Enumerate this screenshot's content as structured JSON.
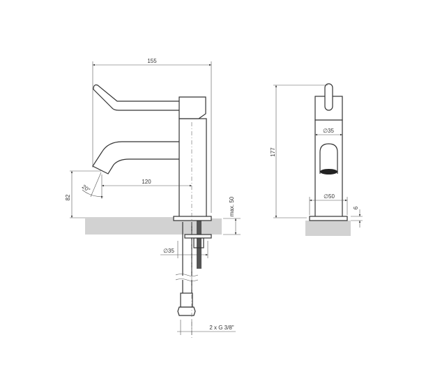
{
  "side_view": {
    "width_total": "155",
    "spout_reach": "120",
    "spout_height": "82",
    "spout_angle": "20°",
    "counter_thickness": "max. 50",
    "mount_diameter": "∅35",
    "connection": "2 x G 3/8\""
  },
  "front_view": {
    "height_total": "177",
    "body_diameter": "∅35",
    "base_diameter": "∅50",
    "base_height": "6"
  },
  "colors": {
    "line": "#333333",
    "counter": "#d2d2d2"
  }
}
